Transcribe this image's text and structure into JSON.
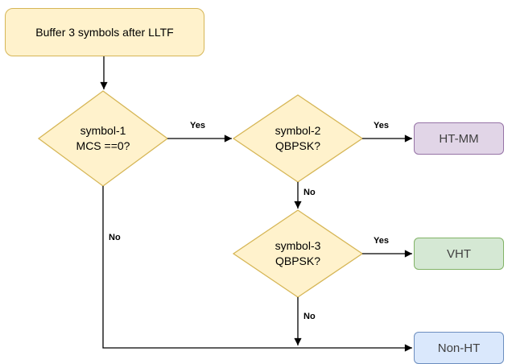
{
  "diagram": {
    "nodes": {
      "start": {
        "label": "Buffer 3 symbols after LLTF"
      },
      "d1": {
        "label": "symbol-1\nMCS ==0?"
      },
      "d2": {
        "label": "symbol-2\nQBPSK?"
      },
      "d3": {
        "label": "symbol-3\nQBPSK?"
      },
      "htmm": {
        "label": "HT-MM"
      },
      "vht": {
        "label": "VHT"
      },
      "nonht": {
        "label": "Non-HT"
      }
    },
    "edges": {
      "d1_yes": "Yes",
      "d1_no": "No",
      "d2_yes": "Yes",
      "d2_no": "No",
      "d3_yes": "Yes",
      "d3_no": "No"
    },
    "colors": {
      "node_yellow_fill": "#fff2cc",
      "node_yellow_stroke": "#d6b656",
      "node_purple_fill": "#e1d5e7",
      "node_purple_stroke": "#9673a6",
      "node_green_fill": "#d5e8d4",
      "node_green_stroke": "#82b366",
      "node_blue_fill": "#dae8fc",
      "node_blue_stroke": "#6c8ebf"
    }
  }
}
